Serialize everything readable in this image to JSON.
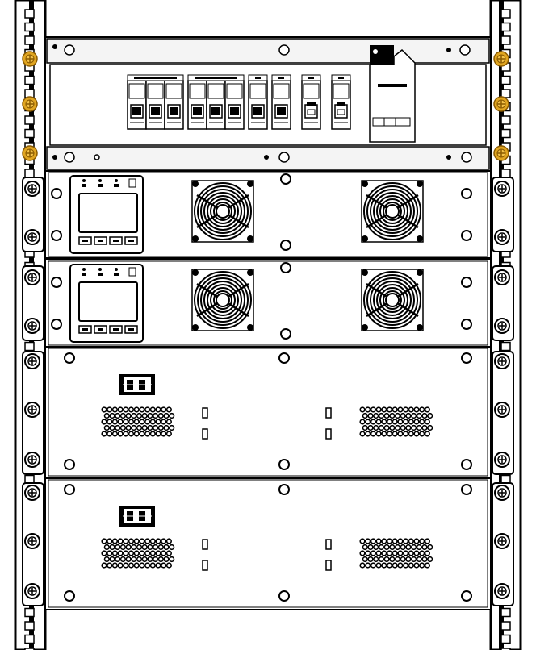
{
  "diagram": {
    "type": "rack-front-elevation",
    "colors": {
      "line": "#000000",
      "fill": "#ffffff",
      "panel": "#f4f4f4",
      "screw_brass": "#e0a520",
      "screw_brass_dark": "#8a5a00"
    },
    "modules": [
      {
        "id": "distribution-unit",
        "kind": "breaker-panel"
      },
      {
        "id": "monitor-unit-1",
        "kind": "controller-with-fans"
      },
      {
        "id": "monitor-unit-2",
        "kind": "controller-with-fans"
      },
      {
        "id": "rectifier-1",
        "kind": "power-module"
      },
      {
        "id": "rectifier-2",
        "kind": "power-module"
      }
    ],
    "breaker_groups": [
      {
        "id": "group-1",
        "poles": 3,
        "lever_style": "rocker"
      },
      {
        "id": "group-2",
        "poles": 3,
        "lever_style": "rocker"
      },
      {
        "id": "group-3",
        "poles": 1,
        "lever_style": "rocker"
      },
      {
        "id": "group-4",
        "poles": 1,
        "lever_style": "rocker"
      },
      {
        "id": "group-5",
        "poles": 1,
        "lever_style": "toggle"
      },
      {
        "id": "group-6",
        "poles": 1,
        "lever_style": "toggle"
      }
    ],
    "controller_keys": [
      "key-1",
      "key-2",
      "key-3",
      "key-4"
    ],
    "screw_icon": "brass-screw-icon",
    "fan_icon": "fan-grille-icon"
  }
}
